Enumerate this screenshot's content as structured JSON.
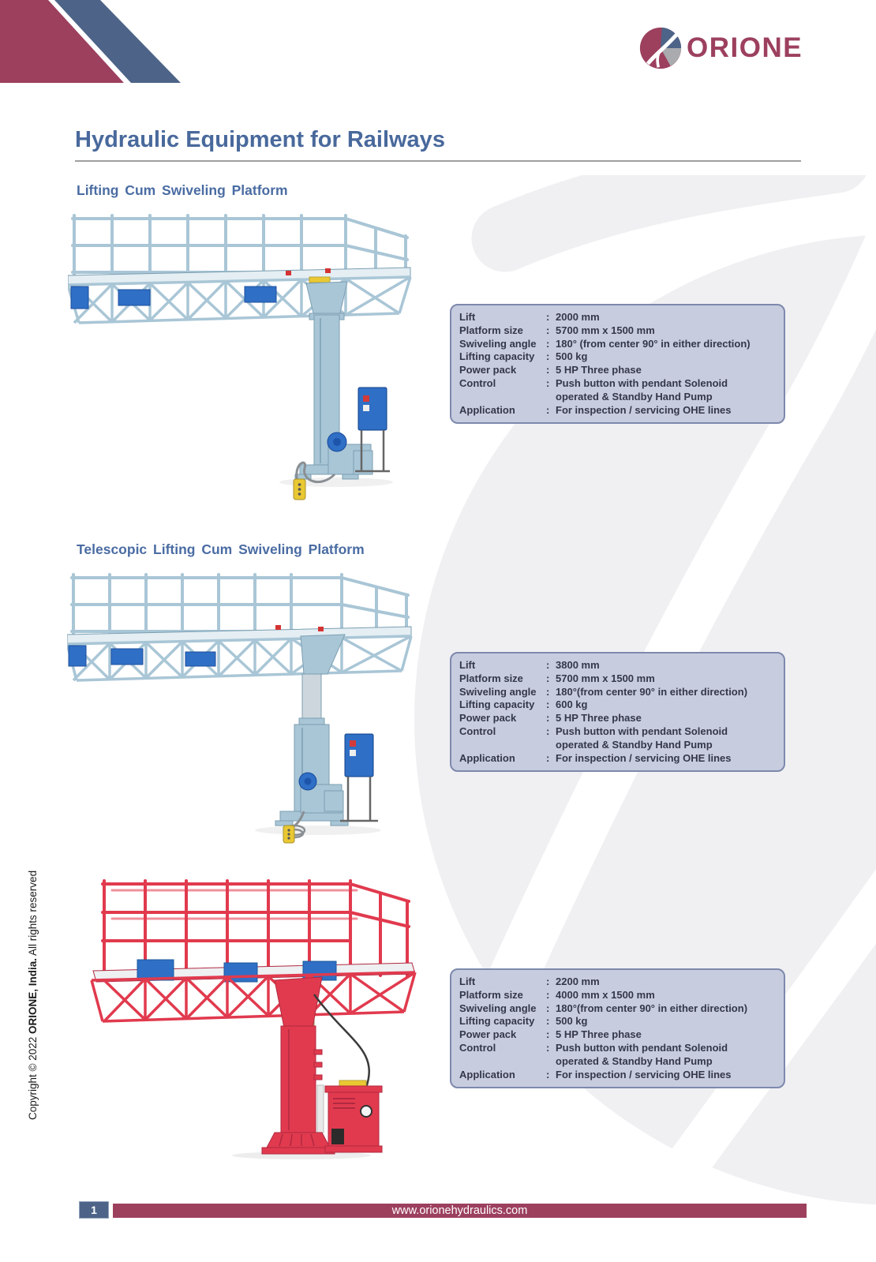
{
  "colors": {
    "maroon": "#9c405e",
    "band": "#4d6488",
    "title": "#49699c",
    "heading": "#4a6ca3",
    "tbg": "#c7ccdf",
    "tbd": "#7d89ac",
    "ttx": "#343749",
    "rule": "#a0a0a0",
    "wm": "#f0f0f3",
    "ma": "#a9c6d6",
    "mad": "#7b9fb2",
    "madeck": "#e4eef3",
    "acc": "#2f6fc6",
    "mr": "#e13a4e",
    "mrd": "#b12940",
    "tan": "#c99c63",
    "yellow": "#e9c832"
  },
  "logo": {
    "brand": "ORIONE"
  },
  "page": {
    "title": "Hydraulic Equipment for Railways"
  },
  "misc": {
    "colon": ":"
  },
  "sections": [
    {
      "heading": "Lifting Cum Swiveling Platform",
      "specs": [
        {
          "label": "Lift",
          "value": "2000 mm"
        },
        {
          "label": "Platform size",
          "value": "5700 mm x 1500 mm"
        },
        {
          "label": "Swiveling angle",
          "value": "180° (from center 90° in either direction)"
        },
        {
          "label": "Lifting capacity",
          "value": "500 kg"
        },
        {
          "label": "Power pack",
          "value": "5 HP Three phase"
        },
        {
          "label": "Control",
          "value": "Push button with pendant Solenoid\noperated & Standby Hand Pump"
        },
        {
          "label": "Application",
          "value": "For inspection / servicing OHE lines"
        }
      ]
    },
    {
      "heading": "Telescopic Lifting Cum Swiveling Platform",
      "specs": [
        {
          "label": "Lift",
          "value": "3800 mm"
        },
        {
          "label": "Platform size",
          "value": "5700 mm x 1500 mm"
        },
        {
          "label": "Swiveling angle",
          "value": "180°(from center 90° in either direction)"
        },
        {
          "label": "Lifting capacity",
          "value": "600 kg"
        },
        {
          "label": "Power pack",
          "value": "5 HP Three phase"
        },
        {
          "label": "Control",
          "value": "Push button with pendant Solenoid\noperated & Standby Hand Pump"
        },
        {
          "label": "Application",
          "value": "For inspection / servicing OHE lines"
        }
      ]
    },
    {
      "heading": "",
      "specs": [
        {
          "label": "Lift",
          "value": "2200 mm"
        },
        {
          "label": "Platform size",
          "value": "4000 mm x 1500 mm"
        },
        {
          "label": "Swiveling angle",
          "value": "180°(from center 90° in either direction)"
        },
        {
          "label": "Lifting capacity",
          "value": "500 kg"
        },
        {
          "label": "Power pack",
          "value": "5 HP Three phase"
        },
        {
          "label": "Control",
          "value": "Push button with pendant Solenoid\noperated & Standby Hand Pump"
        },
        {
          "label": "Application",
          "value": "For inspection / servicing OHE lines"
        }
      ]
    }
  ],
  "copyright": {
    "prefix": "Copyright © 2022 ",
    "bold": "ORIONE, India.",
    "suffix": " All rights reserved"
  },
  "footer": {
    "page_number": "1",
    "website": "www.orionehydraulics.com"
  }
}
